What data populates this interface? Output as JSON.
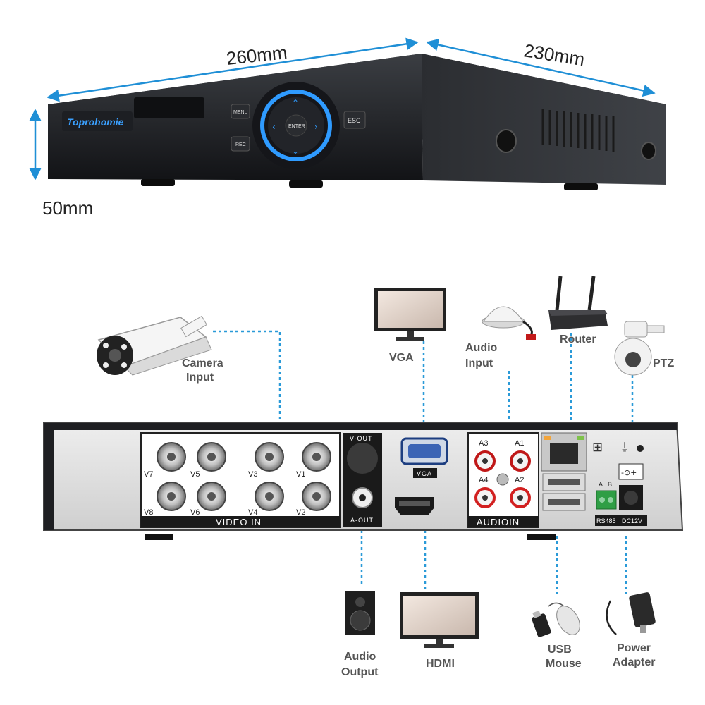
{
  "dimensions": {
    "width": "260mm",
    "depth": "230mm",
    "height": "50mm"
  },
  "front_panel": {
    "brand": "Toprohomie",
    "menu_key": "MENU",
    "rec_key": "REC",
    "esc_key": "ESC",
    "enter_key": "ENTER"
  },
  "back_panel": {
    "video_in_title": "VIDEO IN",
    "video_ports": [
      "V7",
      "V5",
      "V3",
      "V1",
      "V8",
      "V6",
      "V4",
      "V2"
    ],
    "v_out": "V-OUT",
    "a_out": "A-OUT",
    "vga": "VGA",
    "audio_in_title": "AUDIOIN",
    "audio_ports": [
      "A3",
      "A1",
      "A4",
      "A2"
    ],
    "rs485_a": "A",
    "rs485_b": "B",
    "rs485": "RS485",
    "dc12v": "DC12V"
  },
  "devices": {
    "camera": [
      "Camera",
      "Input"
    ],
    "vga": "VGA",
    "audio_input": [
      "Audio",
      "Input"
    ],
    "router": "Router",
    "ptz": "PTZ",
    "audio_output": [
      "Audio",
      "Output"
    ],
    "hdmi": "HDMI",
    "usb_mouse": [
      "USB",
      "Mouse"
    ],
    "power_adapter": [
      "Power",
      "Adapter"
    ]
  },
  "colors": {
    "arrow_blue": "#1f8fd6",
    "dash_blue": "#2a9ad8",
    "accent_ring": "#2f9bff"
  }
}
